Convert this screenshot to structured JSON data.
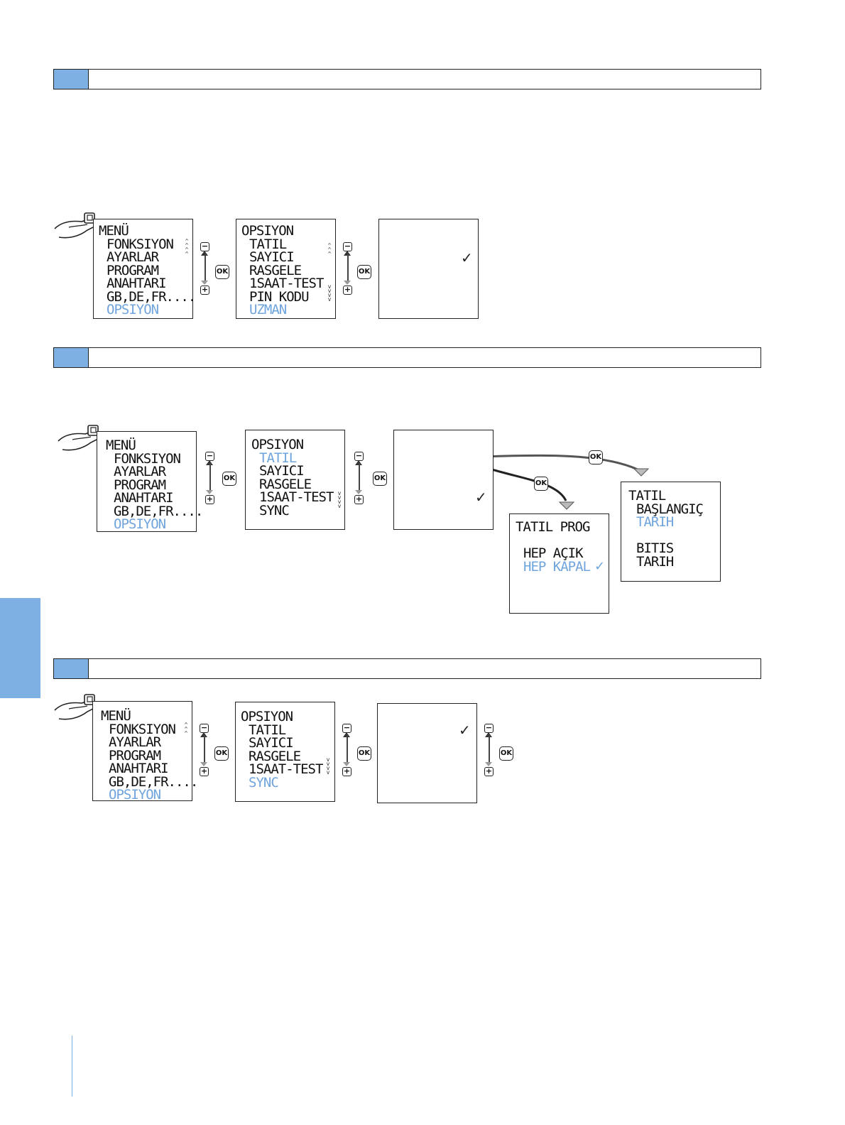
{
  "colors": {
    "accent": "#7eb0e3",
    "highlight_text": "#6fa4dc",
    "frame": "#222222"
  },
  "icons": {
    "hand": "hand-pressing-menu-button-icon",
    "minus": "minus-button-icon",
    "plus": "plus-button-icon",
    "ok": "ok-button-icon",
    "check": "checkmark-icon"
  },
  "buttons": {
    "minus": "−",
    "plus": "+",
    "ok": "OK",
    "check": "✓"
  },
  "screens": {
    "s1_menu": [
      "MENÜ",
      "FONKSIYON",
      "AYARLAR",
      "PROGRAM",
      "ANAHTARI",
      "GB,DE,FR....",
      "OPSIYON"
    ],
    "s1_options": [
      "OPSIYON",
      "TATIL",
      "SAYICI",
      "RASGELE",
      "1SAAT-TEST",
      "PIN KODU",
      "UZMAN"
    ],
    "s2_menu": [
      "MENÜ",
      "FONKSIYON",
      "AYARLAR",
      "PROGRAM",
      "ANAHTARI",
      "GB,DE,FR....",
      "OPSIYON"
    ],
    "s2_options": [
      "OPSIYON",
      "TATIL",
      "SAYICI",
      "RASGELE",
      "1SAAT-TEST",
      "SYNC"
    ],
    "s2_tatil_prog": [
      "TATIL PROG",
      "HEP AÇIK",
      "HEP KAPAL"
    ],
    "s2_tatil_dates": [
      "TATIL",
      "BAŞLANGIÇ",
      "TARIH",
      "BITIS",
      "TARIH"
    ],
    "s3_menu": [
      "MENÜ",
      "FONKSIYON",
      "AYARLAR",
      "PROGRAM",
      "ANAHTARI",
      "GB,DE,FR....",
      "OPSIYON"
    ],
    "s3_options": [
      "OPSIYON",
      "TATIL",
      "SAYICI",
      "RASGELE",
      "1SAAT-TEST",
      "SYNC"
    ]
  }
}
